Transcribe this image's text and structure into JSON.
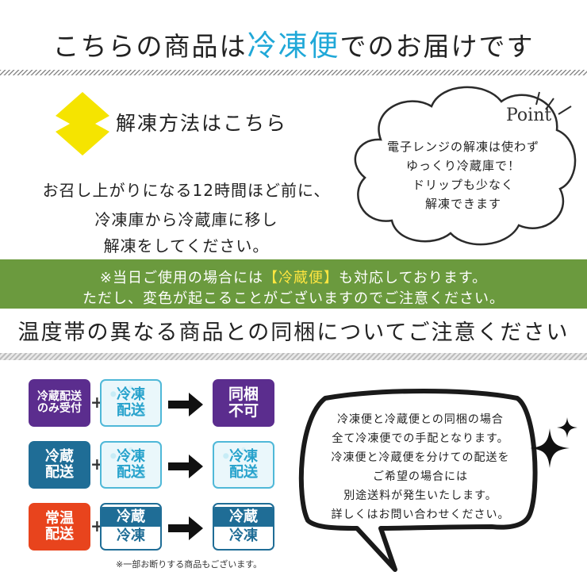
{
  "title": {
    "prefix": "こちらの商品は",
    "accent": "冷凍便",
    "suffix": "でのお届けです"
  },
  "thaw": {
    "heading": "解凍方法はこちら",
    "lines": [
      "お召し上がりになる12時間ほど前に、",
      "冷凍庫から冷蔵庫に移し",
      "解凍をしてください。"
    ]
  },
  "point": {
    "label": "Point",
    "lines": [
      "電子レンジの解凍は使わず",
      "ゆっくり冷蔵庫で！",
      "ドリップも少なく",
      "解凍できます"
    ]
  },
  "band": {
    "note1_prefix": "※当日ご使用の場合には",
    "note1_highlight": "【冷蔵便】",
    "note1_suffix": "も対応しております。",
    "note2": "ただし、変色が起こることがございますのでご注意ください。"
  },
  "warning": {
    "heading": "温度帯の異なる商品との同梱についてご注意ください"
  },
  "rows": [
    {
      "a": [
        "冷蔵配送",
        "のみ受付"
      ],
      "b": [
        "冷凍",
        "配送"
      ],
      "result": [
        "同梱",
        "不可"
      ]
    },
    {
      "a": [
        "冷蔵",
        "配送"
      ],
      "b": [
        "冷凍",
        "配送"
      ],
      "result": [
        "冷凍",
        "配送"
      ]
    },
    {
      "a": [
        "常温",
        "配送"
      ],
      "b": [
        "冷蔵",
        "冷凍"
      ],
      "result": [
        "冷蔵",
        "冷凍"
      ]
    }
  ],
  "plus": "+",
  "footnote": "※一部お断りする商品もございます。",
  "bubble": {
    "lines": [
      "冷凍便と冷蔵便との同梱の場合",
      "全て冷凍便での手配となります。",
      "冷凍便と冷蔵便を分けての配送を",
      "ご希望の場合には",
      "別途送料が発生いたします。",
      "詳しくはお問い合わせください。"
    ]
  },
  "colors": {
    "accent": "#20a8d8",
    "band": "#6b9a3e",
    "highlight": "#ffe640",
    "chevron": "#f5e400",
    "purple": "#5b2d8e",
    "navy": "#1f6d96",
    "red": "#e8441d"
  },
  "icons": [
    "chevron-left-icon",
    "cloud-bubble-icon",
    "arrow-right-icon",
    "sparkle-icon",
    "speech-bubble-icon"
  ]
}
